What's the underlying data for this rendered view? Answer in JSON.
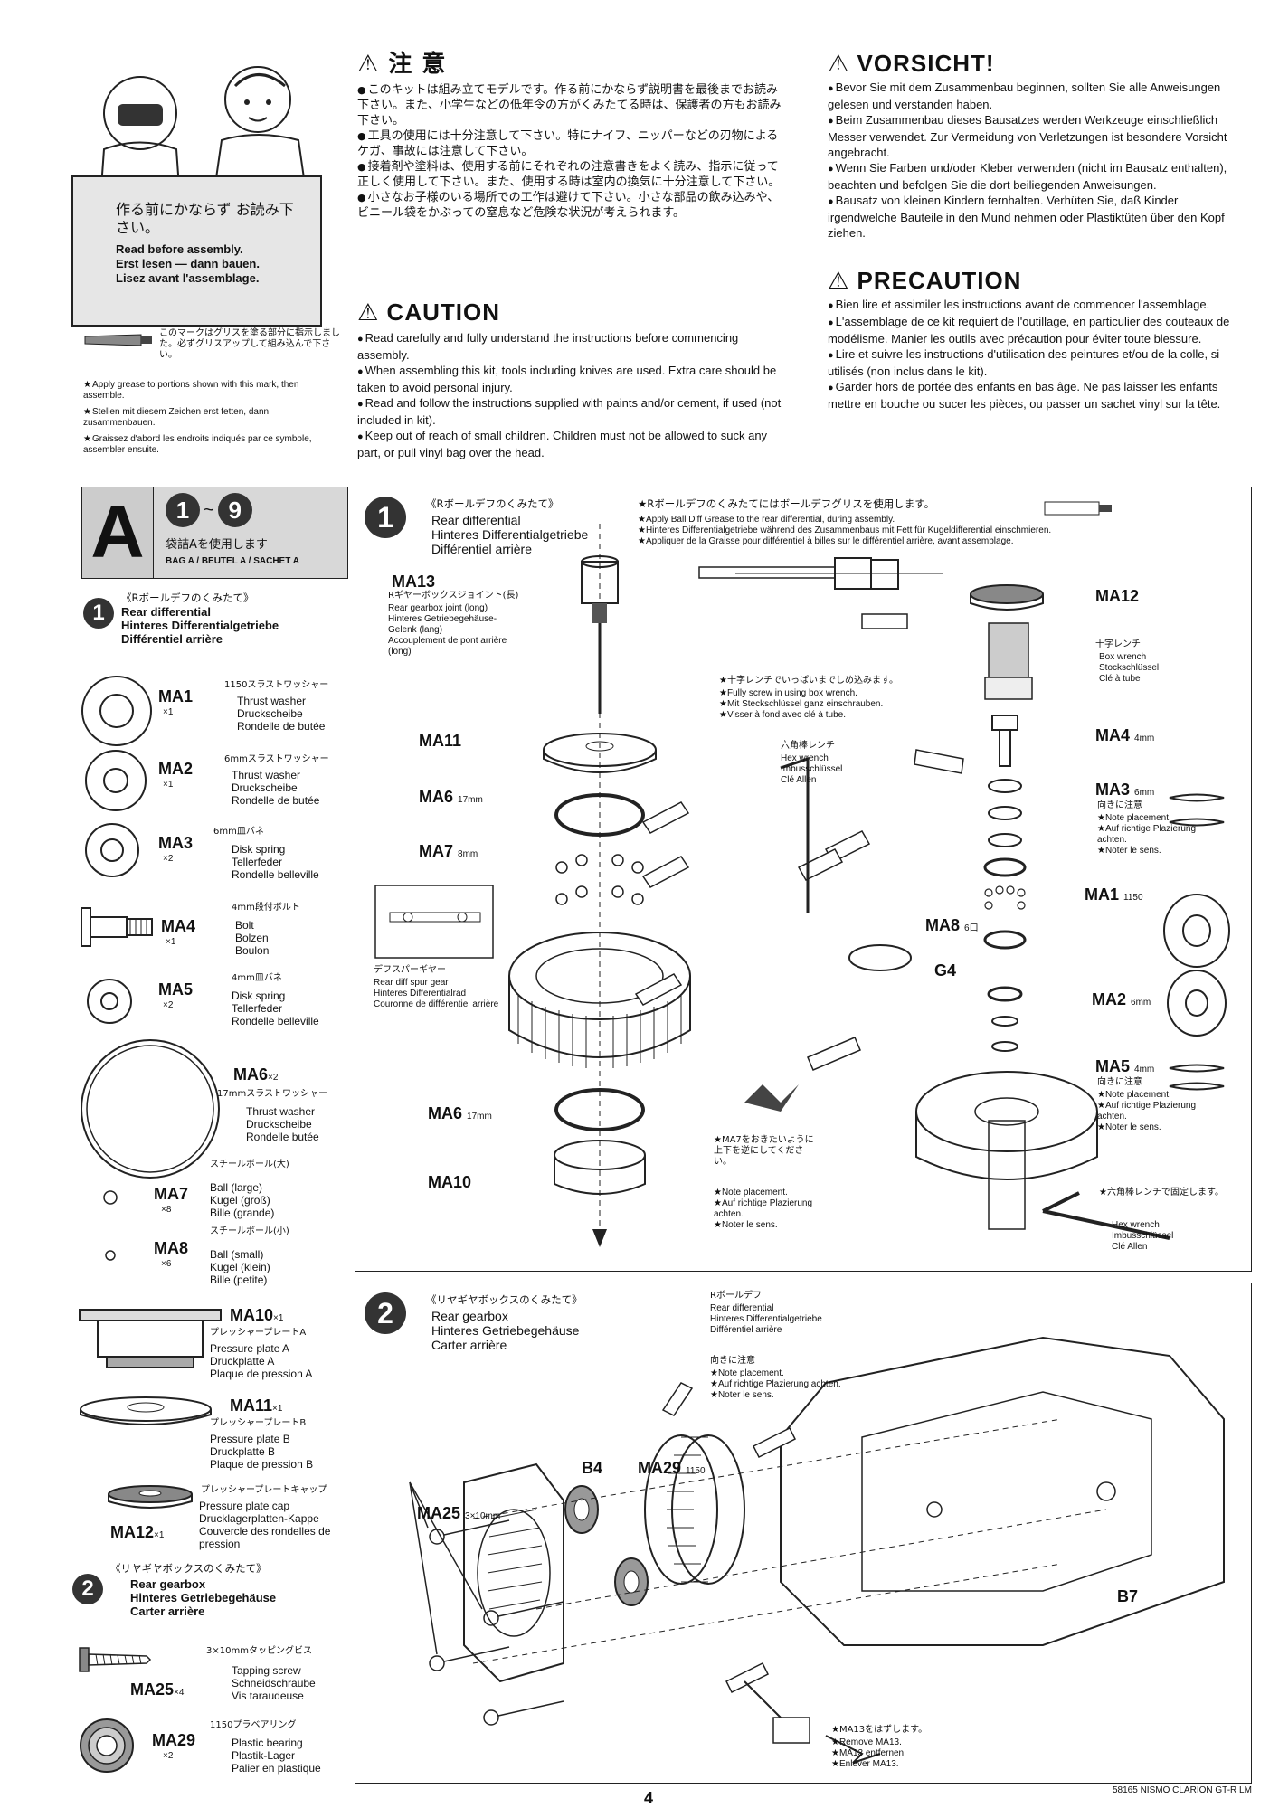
{
  "page": {
    "number": "4",
    "footer": "58165 NISMO CLARION GT-R LM"
  },
  "intro": {
    "sign_jp": "作る前にかならず お読み下さい。",
    "sign_en": "Read before assembly.",
    "sign_de": "Erst lesen — dann bauen.",
    "sign_fr": "Lisez avant l'assemblage.",
    "grease_jp": "このマークはグリスを塗る部分に指示しました。必ずグリスアップして組み込んで下さい。",
    "grease_en": "Apply grease to portions shown with this mark, then assemble.",
    "grease_de": "Stellen mit diesem Zeichen erst fetten, dann zusammenbauen.",
    "grease_fr": "Graissez d'abord les endroits indiqués par ce symbole, assembler ensuite."
  },
  "caution_jp": {
    "title": "注 意",
    "items": [
      "このキットは組み立てモデルです。作る前にかならず説明書を最後までお読み下さい。また、小学生などの低年令の方がくみたてる時は、保護者の方もお読み下さい。",
      "工具の使用には十分注意して下さい。特にナイフ、ニッパーなどの刃物によるケガ、事故には注意して下さい。",
      "接着剤や塗料は、使用する前にそれぞれの注意書きをよく読み、指示に従って正しく使用して下さい。また、使用する時は室内の換気に十分注意して下さい。",
      "小さなお子様のいる場所での工作は避けて下さい。小さな部品の飲み込みや、ビニール袋をかぶっての窒息など危険な状況が考えられます。"
    ]
  },
  "caution_en": {
    "title": "CAUTION",
    "items": [
      "Read carefully and fully understand the instructions before commencing assembly.",
      "When assembling this kit, tools including knives are used. Extra care should be taken to avoid personal injury.",
      "Read and follow the instructions supplied with paints and/or cement, if used (not included in kit).",
      "Keep out of reach of small children. Children must not be allowed to suck any part, or pull vinyl bag over the head."
    ]
  },
  "vorsicht": {
    "title": "VORSICHT!",
    "items": [
      "Bevor Sie mit dem Zusammenbau beginnen, sollten Sie alle Anweisungen gelesen und verstanden haben.",
      "Beim Zusammenbau dieses Bausatzes werden Werkzeuge einschließlich Messer verwendet. Zur Vermeidung von Verletzungen ist besondere Vorsicht angebracht.",
      "Wenn Sie Farben und/oder Kleber verwenden (nicht im Bausatz enthalten), beachten und befolgen Sie die dort beiliegenden Anweisungen.",
      "Bausatz von kleinen Kindern fernhalten. Verhüten Sie, daß Kinder irgendwelche Bauteile in den Mund nehmen oder Plastiktüten über den Kopf ziehen."
    ]
  },
  "precaution": {
    "title": "PRECAUTION",
    "items": [
      "Bien lire et assimiler les instructions avant de commencer l'assemblage.",
      "L'assemblage de ce kit requiert de l'outillage, en particulier des couteaux de modélisme. Manier les outils avec précaution pour éviter toute blessure.",
      "Lire et suivre les instructions d'utilisation des peintures et/ou de la colle, si utilisés (non inclus dans le kit).",
      "Garder hors de portée des enfants en bas âge. Ne pas laisser les enfants mettre en bouche ou sucer les pièces, ou passer un sachet vinyl sur la tête."
    ]
  },
  "bag": {
    "letter": "A",
    "range_from": "1",
    "range_sep": "~",
    "range_to": "9",
    "jp": "袋詰Aを使用します",
    "label": "BAG A / BEUTEL A / SACHET A"
  },
  "parts_sections": [
    {
      "num": "1",
      "jp": "《Rボールデフのくみたて》",
      "en": "Rear differential",
      "de": "Hinteres Differentialgetriebe",
      "fr": "Différentiel arrière"
    },
    {
      "num": "2",
      "jp": "《リヤギヤボックスのくみたて》",
      "en": "Rear gearbox",
      "de": "Hinteres Getriebegehäuse",
      "fr": "Carter arrière"
    }
  ],
  "parts": [
    {
      "code": "MA1",
      "qty": "×1",
      "jp": "1150スラストワッシャー",
      "en": "Thrust washer",
      "de": "Druckscheibe",
      "fr": "Rondelle de butée"
    },
    {
      "code": "MA2",
      "qty": "×1",
      "jp": "6mmスラストワッシャー",
      "en": "Thrust washer",
      "de": "Druckscheibe",
      "fr": "Rondelle de butée"
    },
    {
      "code": "MA3",
      "qty": "×2",
      "jp": "6mm皿バネ",
      "en": "Disk spring",
      "de": "Tellerfeder",
      "fr": "Rondelle belleville"
    },
    {
      "code": "MA4",
      "qty": "×1",
      "jp": "4mm段付ボルト",
      "en": "Bolt",
      "de": "Bolzen",
      "fr": "Boulon"
    },
    {
      "code": "MA5",
      "qty": "×2",
      "jp": "4mm皿バネ",
      "en": "Disk spring",
      "de": "Tellerfeder",
      "fr": "Rondelle belleville"
    },
    {
      "code": "MA6",
      "qty": "×2",
      "jp": "17mmスラストワッシャー",
      "en": "Thrust washer",
      "de": "Druckscheibe",
      "fr": "Rondelle butée"
    },
    {
      "code": "MA7",
      "qty": "×8",
      "jp": "スチールボール(大)",
      "en": "Ball (large)",
      "de": "Kugel (groß)",
      "fr": "Bille (grande)"
    },
    {
      "code": "MA8",
      "qty": "×6",
      "jp": "スチールボール(小)",
      "en": "Ball (small)",
      "de": "Kugel (klein)",
      "fr": "Bille (petite)"
    },
    {
      "code": "MA10",
      "qty": "×1",
      "jp": "プレッシャープレートA",
      "en": "Pressure plate A",
      "de": "Druckplatte A",
      "fr": "Plaque de pression A"
    },
    {
      "code": "MA11",
      "qty": "×1",
      "jp": "プレッシャープレートB",
      "en": "Pressure plate B",
      "de": "Druckplatte B",
      "fr": "Plaque de pression B"
    },
    {
      "code": "MA12",
      "qty": "×1",
      "jp": "プレッシャープレートキャップ",
      "en": "Pressure plate cap",
      "de": "Drucklagerplatten-Kappe",
      "fr": "Couvercle des rondelles de pression"
    },
    {
      "code": "MA25",
      "qty": "×4",
      "jp": "3×10mmタッピングビス",
      "en": "Tapping screw",
      "de": "Schneidschraube",
      "fr": "Vis taraudeuse"
    },
    {
      "code": "MA29",
      "qty": "×2",
      "jp": "1150プラベアリング",
      "en": "Plastic bearing",
      "de": "Plastik-Lager",
      "fr": "Palier en plastique"
    }
  ],
  "step1": {
    "num": "1",
    "jp": "《Rボールデフのくみたて》",
    "en": "Rear differential",
    "de": "Hinteres Differentialgetriebe",
    "fr": "Différentiel arrière",
    "grease_note_jp": "★Rボールデフのくみたてにはボールデフグリスを使用します。",
    "grease_note_en": "★Apply Ball Diff Grease to the rear differential, during assembly.",
    "grease_note_de": "★Hinteres Differentialgetriebe während des Zusammenbaus mit Fett für Kugeldifferential einschmieren.",
    "grease_note_fr": "★Appliquer de la Graisse pour différentiel à billes sur le différentiel arrière, avant assemblage.",
    "ma13_label": "MA13",
    "ma13_jp": "Rギヤーボックスジョイント(長)",
    "ma13_en": "Rear gearbox joint (long)",
    "ma13_de": "Hinteres Getriebegehäuse-Gelenk (lang)",
    "ma13_fr": "Accouplement de pont arrière (long)",
    "wrench_jp": "十字レンチ",
    "wrench_en": "Box wrench",
    "wrench_de": "Stockschlüssel",
    "wrench_fr": "Clé à tube",
    "screw_jp": "★十字レンチでいっぱいまでしめ込みます。",
    "screw_en": "★Fully screw in using box wrench.",
    "screw_de": "★Mit Steckschlüssel ganz einschrauben.",
    "screw_fr": "★Visser à fond avec clé à tube.",
    "hex_jp": "六角棒レンチ",
    "hex_en": "Hex wrench",
    "hex_de": "Imbusschlüssel",
    "hex_fr": "Clé Allen",
    "spur_jp": "デフスパーギヤー",
    "spur_en": "Rear diff spur gear",
    "spur_de": "Hinteres Differentialrad",
    "spur_fr": "Couronne de différentiel arrière",
    "place_jp": "向きに注意",
    "place_en": "★Note placement.",
    "place_de": "★Auf richtige Plazierung achten.",
    "place_fr": "★Noter le sens.",
    "ma7_note_jp": "★MA7をおきたいように上下を逆にしてください。",
    "fix_jp": "★六角棒レンチで固定します。",
    "fix_en": "Hex wrench",
    "fix_de": "Imbusschlüssel",
    "fix_fr": "Clé Allen",
    "labels": {
      "ma12": "MA12",
      "ma4": "MA4",
      "ma4_size": "4mm",
      "ma3": "MA3",
      "ma3_size": "6mm",
      "ma1": "MA1",
      "ma1_size": "1150",
      "ma8": "MA8",
      "ma8_size": "6口",
      "g4": "G4",
      "ma2": "MA2",
      "ma2_size": "6mm",
      "ma5": "MA5",
      "ma5_size": "4mm",
      "ma11": "MA11",
      "ma6": "MA6",
      "ma6_size": "17mm",
      "ma7": "MA7",
      "ma7_size": "8mm",
      "ma10": "MA10"
    }
  },
  "step2": {
    "num": "2",
    "jp": "《リヤギヤボックスのくみたて》",
    "en": "Rear gearbox",
    "de": "Hinteres Getriebegehäuse",
    "fr": "Carter arrière",
    "diff_jp": "Rボールデフ",
    "diff_en": "Rear differential",
    "diff_de": "Hinteres Differentialgetriebe",
    "diff_fr": "Différentiel arrière",
    "remove_jp": "★MA13をはずします。",
    "remove_en": "★Remove MA13.",
    "remove_de": "★MA13 entfernen.",
    "remove_fr": "★Enlever MA13.",
    "labels": {
      "b4": "B4",
      "ma29": "MA29",
      "ma29_size": "1150",
      "ma25": "MA25",
      "ma25_size": "3×10mm",
      "b7": "B7"
    }
  }
}
